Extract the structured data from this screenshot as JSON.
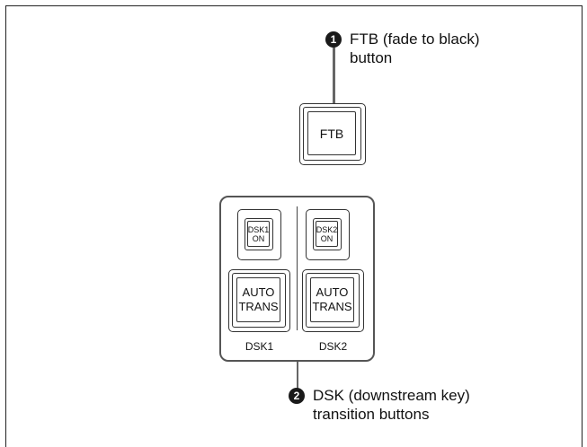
{
  "callouts": [
    {
      "number": "1",
      "text_line1": "FTB (fade to black)",
      "text_line2": "button"
    },
    {
      "number": "2",
      "text_line1": "DSK (downstream key)",
      "text_line2": "transition buttons"
    }
  ],
  "ftb_button": {
    "label": "FTB"
  },
  "dsk_panel": {
    "columns": [
      {
        "on_label_line1": "DSK1",
        "on_label_line2": "ON",
        "auto_line1": "AUTO",
        "auto_line2": "TRANS",
        "column_label": "DSK1"
      },
      {
        "on_label_line1": "DSK2",
        "on_label_line2": "ON",
        "auto_line1": "AUTO",
        "auto_line2": "TRANS",
        "column_label": "DSK2"
      }
    ]
  }
}
